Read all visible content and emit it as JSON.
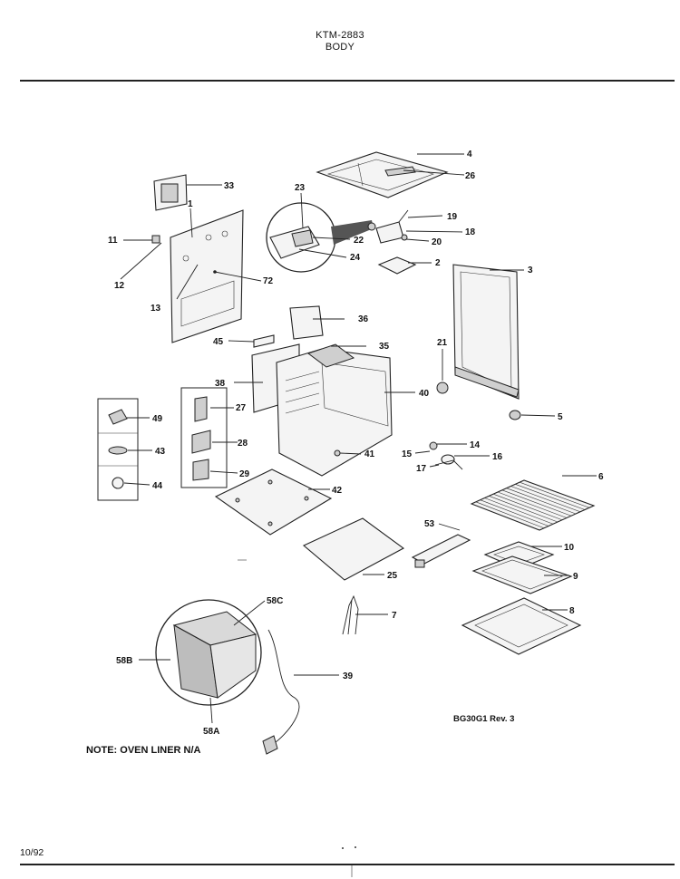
{
  "header": {
    "model": "KTM-2883",
    "section": "BODY"
  },
  "note": "NOTE: OVEN LINER N/A",
  "drawing_code": "BG30G1 Rev. 3",
  "date": "10/92",
  "callouts": {
    "c1": "1",
    "c2": "2",
    "c3": "3",
    "c4": "4",
    "c5": "5",
    "c6": "6",
    "c7": "7",
    "c8": "8",
    "c9": "9",
    "c10": "10",
    "c11": "11",
    "c12": "12",
    "c13": "13",
    "c14": "14",
    "c15": "15",
    "c16": "16",
    "c17": "17",
    "c18": "18",
    "c19": "19",
    "c20": "20",
    "c21": "21",
    "c22": "22",
    "c23": "23",
    "c24": "24",
    "c25": "25",
    "c26": "26",
    "c27": "27",
    "c28": "28",
    "c29": "29",
    "c33": "33",
    "c35": "35",
    "c36": "36",
    "c38": "38",
    "c39": "39",
    "c40": "40",
    "c41": "41",
    "c42": "42",
    "c43": "43",
    "c44": "44",
    "c45": "45",
    "c49": "49",
    "c53": "53",
    "c72": "72",
    "c58a": "58A",
    "c58b": "58B",
    "c58c": "58C"
  }
}
